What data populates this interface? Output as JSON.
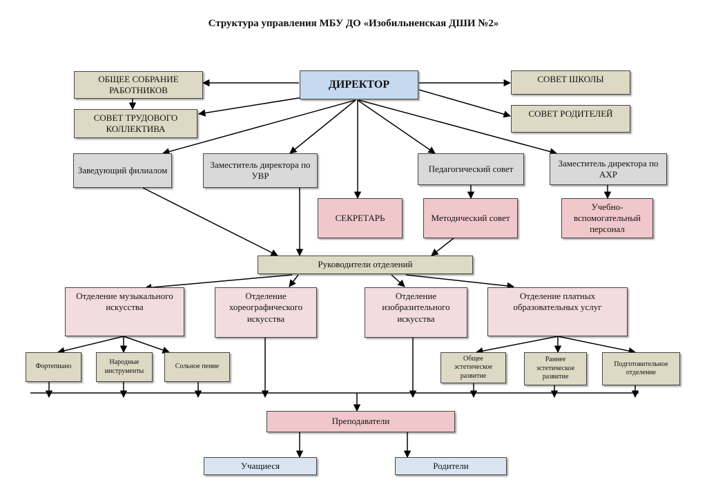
{
  "title": "Структура управления МБУ ДО «Изобильненская ДШИ №2»",
  "boxes": {
    "director": "ДИРЕКТОР",
    "general_meeting": "ОБЩЕЕ СОБРАНИЕ РАБОТНИКОВ",
    "labor_council": "СОВЕТ ТРУДОВОГО КОЛЛЕКТИВА",
    "school_council": "СОВЕТ ШКОЛЫ",
    "parents_council": "СОВЕТ РОДИТЕЛЕЙ",
    "branch_head": "Заведующий филиалом",
    "deputy_uvr": "Заместитель директора по УВР",
    "ped_council": "Педагогический совет",
    "deputy_ahr": "Заместитель  директора по АХР",
    "secretary": "СЕКРЕТАРЬ",
    "method_council": "Методический совет",
    "support_staff": "Учебно-вспомогательный персонал",
    "dept_heads": "Руководители отделений",
    "dept_music": "Отделение музыкального искусства",
    "dept_choreo": "Отделение хореографического искусства",
    "dept_art": "Отделение изобразительного искусства",
    "dept_paid": "Отделение платных образовательных услуг",
    "piano": "Фортепиано",
    "folk": "Народные инструменты",
    "solo": "Сольное пение",
    "general_aesthetic": "Общее эстетическое развитие",
    "early_aesthetic": "Раннее эстетическое развитие",
    "preparatory": "Подготовительное отделение",
    "teachers": "Преподаватели",
    "students": "Учащиеся",
    "parents": "Родители"
  }
}
